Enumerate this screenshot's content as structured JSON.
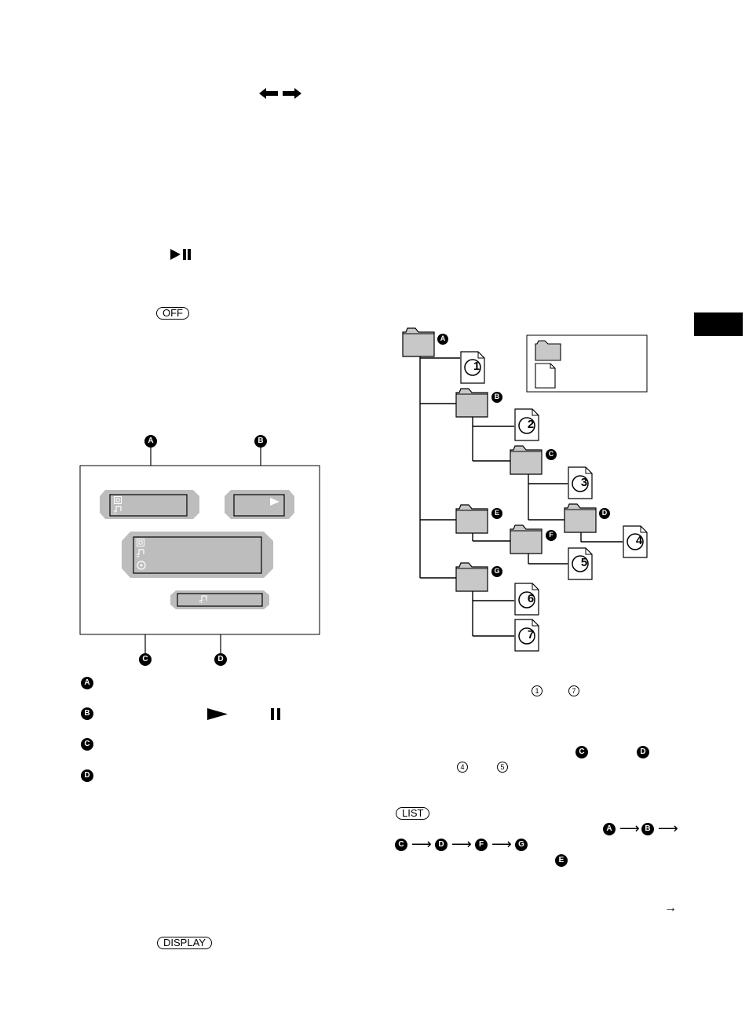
{
  "buttons": {
    "off": "OFF",
    "display": "DISPLAY",
    "list": "LIST"
  },
  "markers": {
    "a": "A",
    "b": "B",
    "c": "C",
    "d": "D",
    "e": "E",
    "f": "F",
    "g": "G"
  },
  "tracks": [
    "1",
    "2",
    "3",
    "4",
    "5",
    "6",
    "7"
  ],
  "icons": {
    "left_right_arrows": "arrows-left-right-icon",
    "play_pause": "play-pause-icon",
    "play": "play-icon",
    "pause": "pause-icon",
    "folder": "folder-icon",
    "file": "file-icon",
    "note": "note-icon"
  },
  "colors": {
    "folder_fill": "#c8c8c8",
    "panel_gray": "#bdbdbd",
    "ink": "#000000"
  }
}
